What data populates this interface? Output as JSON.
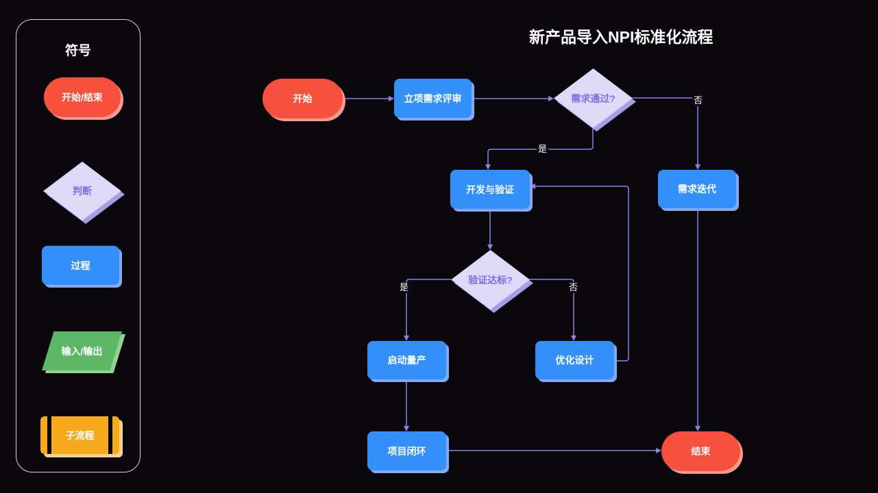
{
  "title": "新产品导入NPI标准化流程",
  "legend": {
    "title": "符号",
    "items": [
      {
        "type": "terminator",
        "label": "开始/结束"
      },
      {
        "type": "decision",
        "label": "判断"
      },
      {
        "type": "process",
        "label": "过程"
      },
      {
        "type": "io",
        "label": "输入/输出"
      },
      {
        "type": "subprocess",
        "label": "子流程"
      }
    ]
  },
  "flow": {
    "start": {
      "label": "开始"
    },
    "review": {
      "label": "立项需求评审"
    },
    "decision1": {
      "label": "需求通过?"
    },
    "iterate": {
      "label": "需求迭代"
    },
    "develop": {
      "label": "开发与验证"
    },
    "decision2": {
      "label": "验证达标?"
    },
    "production": {
      "label": "启动量产"
    },
    "optimize": {
      "label": "优化设计"
    },
    "closure": {
      "label": "项目闭环"
    },
    "end": {
      "label": "结束"
    },
    "yes_label": "是",
    "no_label": "否"
  },
  "colors": {
    "background": "#0a070d",
    "edge": "#8d82e8",
    "terminator_fill": "#f7503c",
    "terminator_shadow": "#f59a90",
    "process_fill": "#3390fa",
    "process_shadow": "#85a8f0",
    "decision_fill": "#ded9f7",
    "decision_shadow": "#a89ce6",
    "decision_text": "#7f6ede",
    "io_fill": "#5cb767",
    "io_shadow": "#8fd394",
    "subprocess_fill": "#f6a91b",
    "subprocess_shadow": "#f8cf8d",
    "panel_border": "#d9d9d9",
    "text": "#ffffff"
  }
}
